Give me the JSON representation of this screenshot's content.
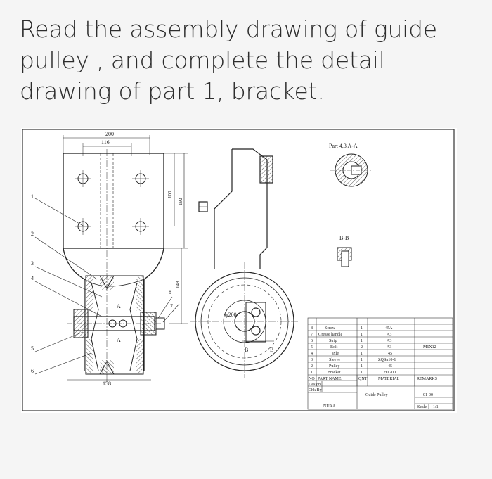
{
  "question": {
    "text": "Read the assembly drawing of guide pulley , and complete the detail drawing of part 1, bracket."
  },
  "drawing": {
    "dims": {
      "d200": "200",
      "d116": "116",
      "d100": "100",
      "d192": "192",
      "d148": "148",
      "d158": "158",
      "phi200": "φ200",
      "d8": "8",
      "d7": "7"
    },
    "leaders": [
      "1",
      "2",
      "3",
      "4",
      "5",
      "6"
    ],
    "views": {
      "section_aa": "Part 4,3  A-A",
      "section_bb": "B-B"
    },
    "section_marks": {
      "a": "A",
      "b": "B"
    }
  },
  "parts_list": {
    "rows": [
      {
        "no": "8",
        "name": "Screw",
        "qty": "1",
        "material": "45A",
        "remarks": ""
      },
      {
        "no": "7",
        "name": "Grease handle",
        "qty": "1",
        "material": "A3",
        "remarks": ""
      },
      {
        "no": "6",
        "name": "Strip",
        "qty": "1",
        "material": "A3",
        "remarks": ""
      },
      {
        "no": "5",
        "name": "Bolt",
        "qty": "2",
        "material": "A3",
        "remarks": "M6X12"
      },
      {
        "no": "4",
        "name": "axle",
        "qty": "1",
        "material": "45",
        "remarks": ""
      },
      {
        "no": "3",
        "name": "Sleeve",
        "qty": "1",
        "material": "ZQSn10-1",
        "remarks": ""
      },
      {
        "no": "2",
        "name": "Pulley",
        "qty": "1",
        "material": "45",
        "remarks": ""
      },
      {
        "no": "1",
        "name": "Bracket",
        "qty": "1",
        "material": "HT200",
        "remarks": ""
      }
    ],
    "header": {
      "no": "NO",
      "name": "PART NAME",
      "qty": "QNT",
      "material": "MATERIAL",
      "remarks": "REMARKS"
    }
  },
  "title_block": {
    "design_label": "Design",
    "chk_label": "Chk By",
    "title": "Guide Pulley",
    "drawing_no": "01-00",
    "org": "NUAA",
    "scale_label": "Scale",
    "scale_value": "1:1"
  }
}
